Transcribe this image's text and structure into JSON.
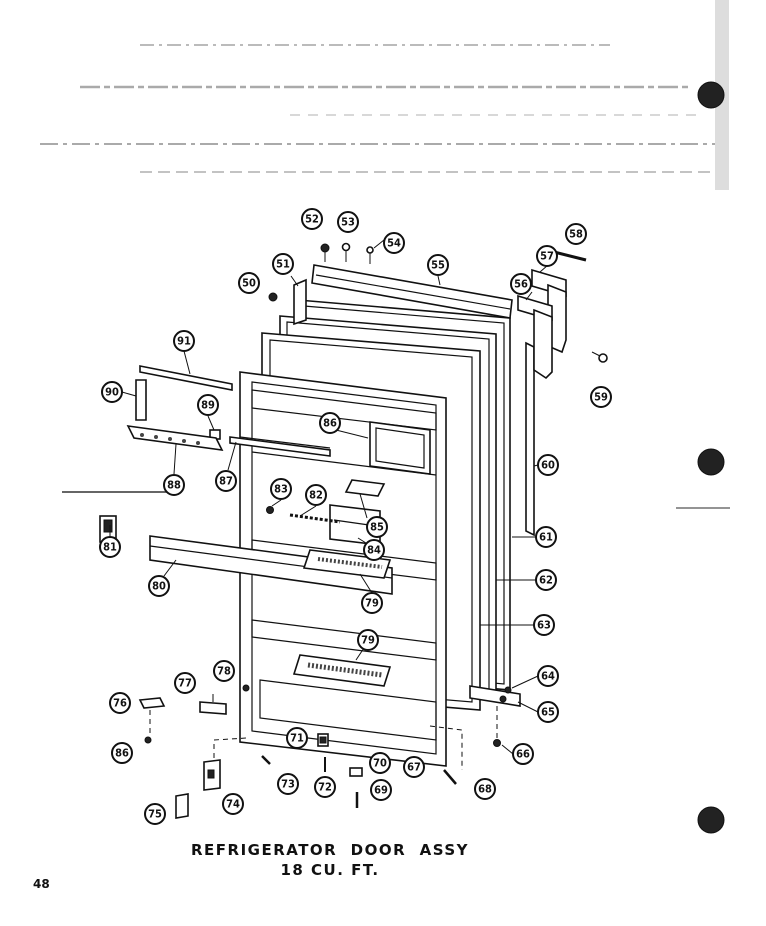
{
  "caption": {
    "line1": "REFRIGERATOR  DOOR  ASSY",
    "line2": "18 CU. FT."
  },
  "page_number": "48",
  "part_callouts": [
    "50",
    "51",
    "52",
    "53",
    "54",
    "55",
    "56",
    "57",
    "58",
    "59",
    "60",
    "61",
    "62",
    "63",
    "64",
    "65",
    "66",
    "67",
    "68",
    "69",
    "70",
    "71",
    "72",
    "73",
    "74",
    "75",
    "76",
    "77",
    "78",
    "79",
    "80",
    "81",
    "82",
    "83",
    "84",
    "85",
    "86",
    "87",
    "88",
    "89",
    "90",
    "91"
  ]
}
